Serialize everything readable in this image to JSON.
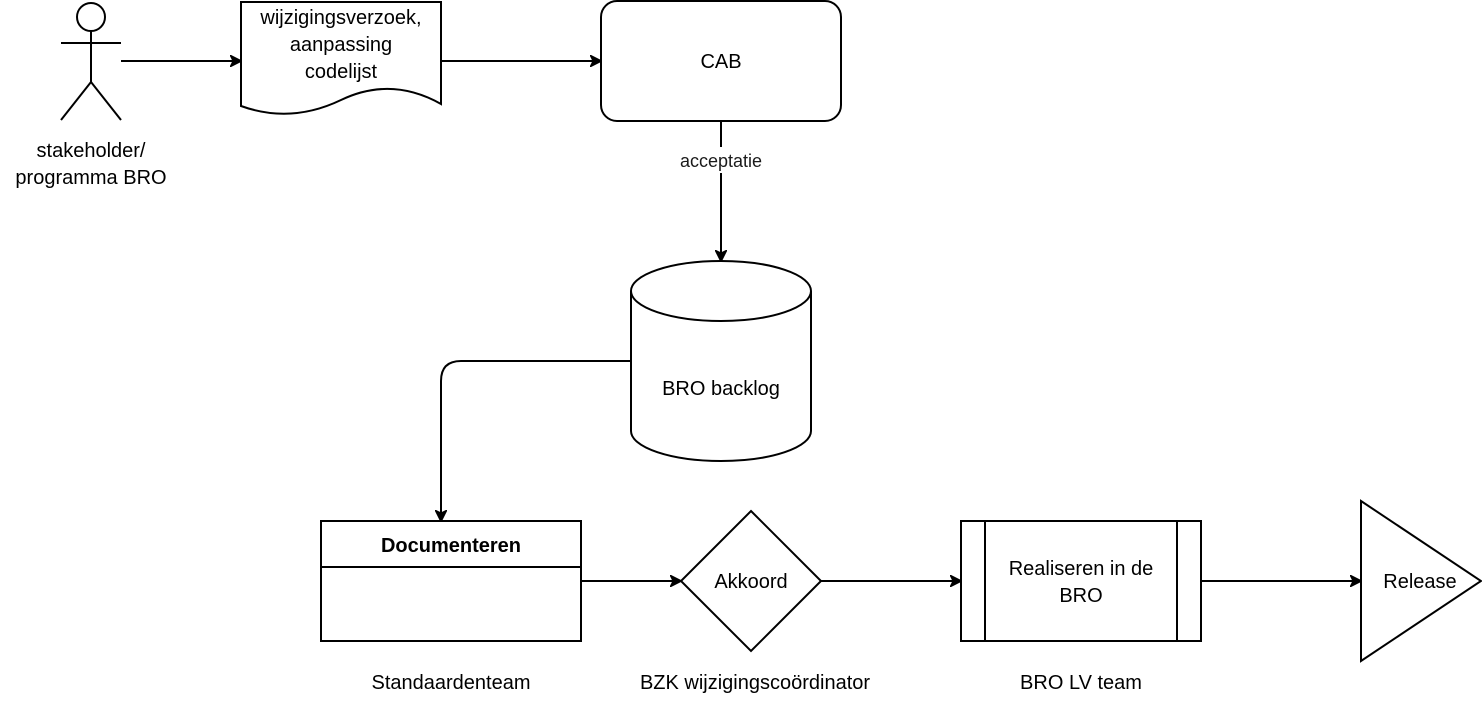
{
  "actor": {
    "label_line1": "stakeholder/",
    "label_line2": "programma BRO"
  },
  "document": {
    "line1": "wijzigingsverzoek,",
    "line2": "aanpassing",
    "line3": "codelijst"
  },
  "cab": {
    "label": "CAB"
  },
  "edge_acceptance": {
    "label": "acceptatie"
  },
  "backlog": {
    "label": "BRO backlog"
  },
  "documenteren": {
    "title": "Documenteren",
    "role": "Standaardenteam"
  },
  "akkoord": {
    "label": "Akkoord",
    "role": "BZK wijzigingscoördinator"
  },
  "realiseren": {
    "line1": "Realiseren in de",
    "line2": "BRO",
    "role": "BRO LV team"
  },
  "release": {
    "label": "Release"
  }
}
